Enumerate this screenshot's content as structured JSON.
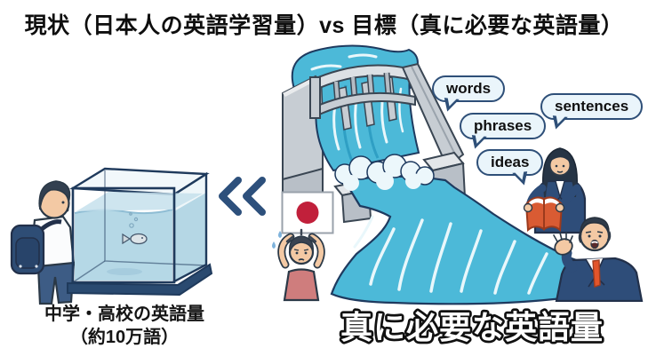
{
  "title": "現状（日本人の英語学習量）vs 目標（真に必要な英語量）",
  "left_scene": {
    "caption_line1": "中学・高校の英語量",
    "caption_line2": "（約10万語）",
    "icons": [
      "student-figure",
      "fish-tank",
      "fish-icon"
    ]
  },
  "comparison": {
    "symbol": "≪",
    "meaning": "much-less-than"
  },
  "right_scene": {
    "speech_bubbles": [
      "words",
      "phrases",
      "ideas",
      "sentences"
    ],
    "caption": "真に必要な英語量",
    "icons": [
      "dam-waterfall",
      "river",
      "japan-flag-icon",
      "overwhelmed-person-figure",
      "reading-woman-figure",
      "presenting-businessman-figure"
    ]
  },
  "colors": {
    "water_cyan": "#4cb9d8",
    "tank_water": "#b5d8e6",
    "outline_navy": "#1e3a5f",
    "suit_navy": "#2e4d79",
    "bubble_fill": "#eaf5fb",
    "bubble_border": "#2e4f78",
    "flag_red": "#c1203b",
    "book_orange": "#d95b33",
    "concrete_gray": "#c7cdd3",
    "chevron_blue": "#2d507c"
  }
}
